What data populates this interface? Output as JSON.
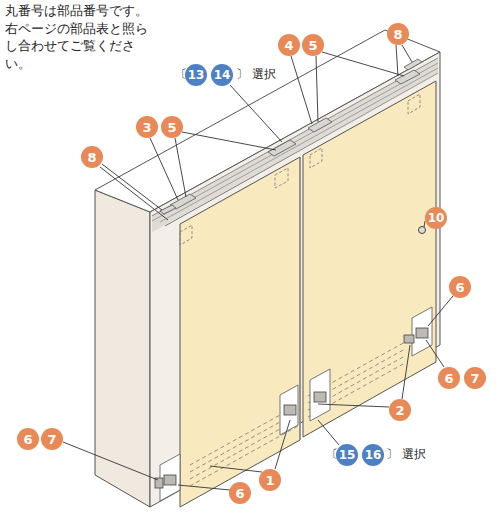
{
  "diagram": {
    "nodes": [
      {
        "text": [
          "8"
        ]
      },
      {
        "text": [
          "4"
        ]
      },
      {
        "text": [
          "5"
        ]
      },
      {
        "text": [
          "13"
        ]
      },
      {
        "text": [
          "14"
        ]
      },
      {
        "text": [
          "3"
        ]
      },
      {
        "text": [
          "5"
        ]
      },
      {
        "text": [
          "8"
        ]
      },
      {
        "text": [
          "10"
        ]
      },
      {
        "text": [
          "6"
        ]
      },
      {
        "text": [
          "6"
        ]
      },
      {
        "text": [
          "7"
        ]
      },
      {
        "text": [
          "2"
        ]
      },
      {
        "text": [
          "15"
        ]
      },
      {
        "text": [
          "16"
        ]
      },
      {
        "text": [
          "6"
        ]
      },
      {
        "text": [
          "7"
        ]
      },
      {
        "text": [
          "1"
        ]
      },
      {
        "text": [
          "6"
        ]
      }
    ],
    "labels": [
      "丸番号は部品番号です。右ページの部品表と照らし合わせてご覧ください。",
      "〔",
      "〕 選択",
      "〔",
      "〕 選択"
    ]
  }
}
